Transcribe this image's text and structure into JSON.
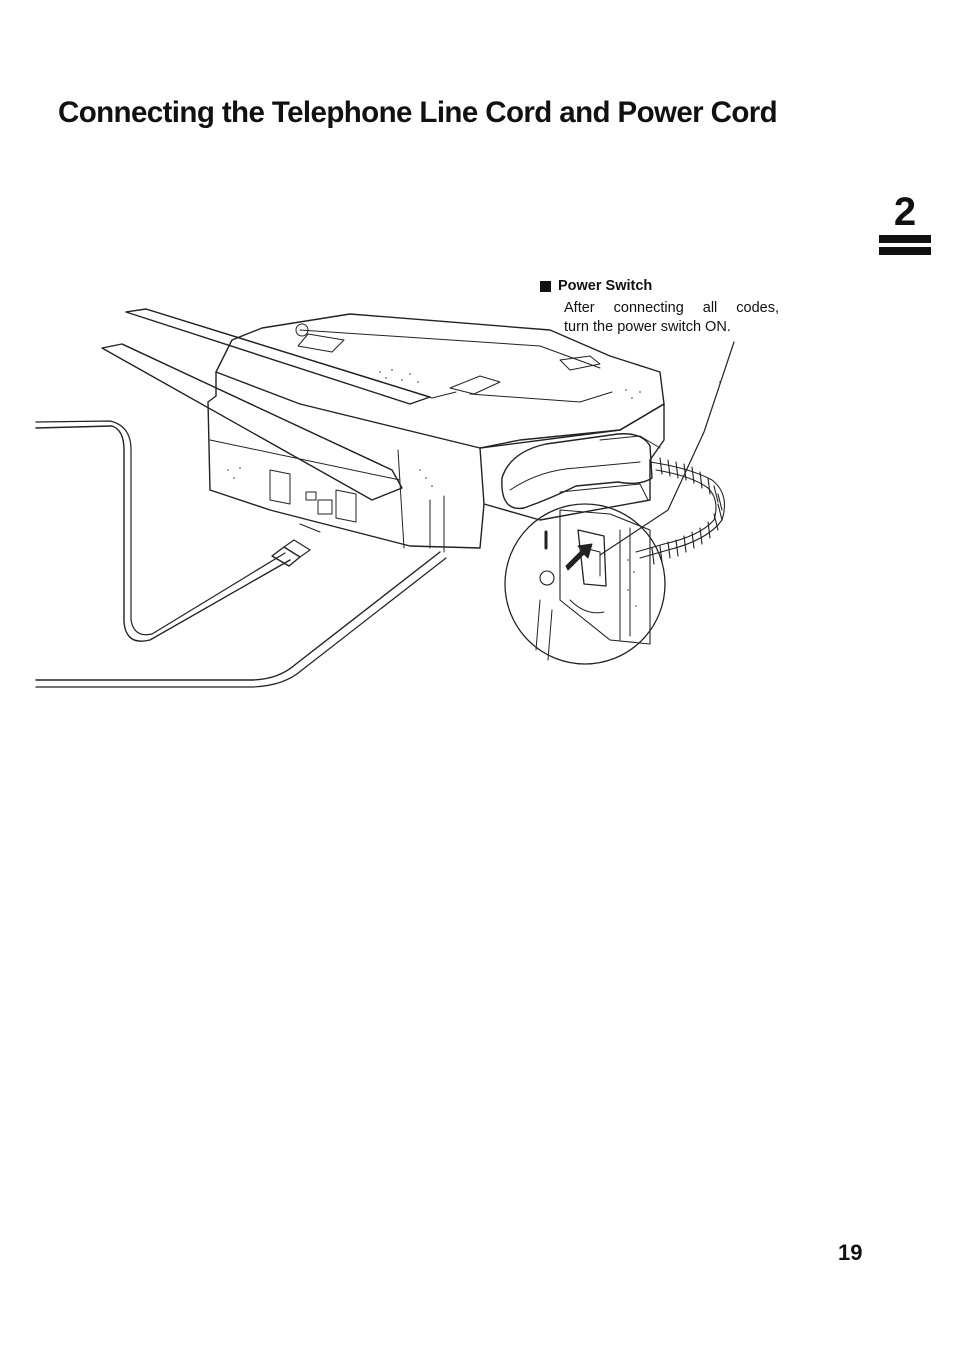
{
  "page": {
    "title": "Connecting the Telephone Line Cord and Power Cord",
    "chapter_number": "2",
    "page_number": "19"
  },
  "callout": {
    "heading": "Power Switch",
    "body_line_1": "After connecting all codes,",
    "body_line_2": "turn the power switch ON."
  },
  "illustration": {
    "icon": "fax-machine-illustration"
  }
}
